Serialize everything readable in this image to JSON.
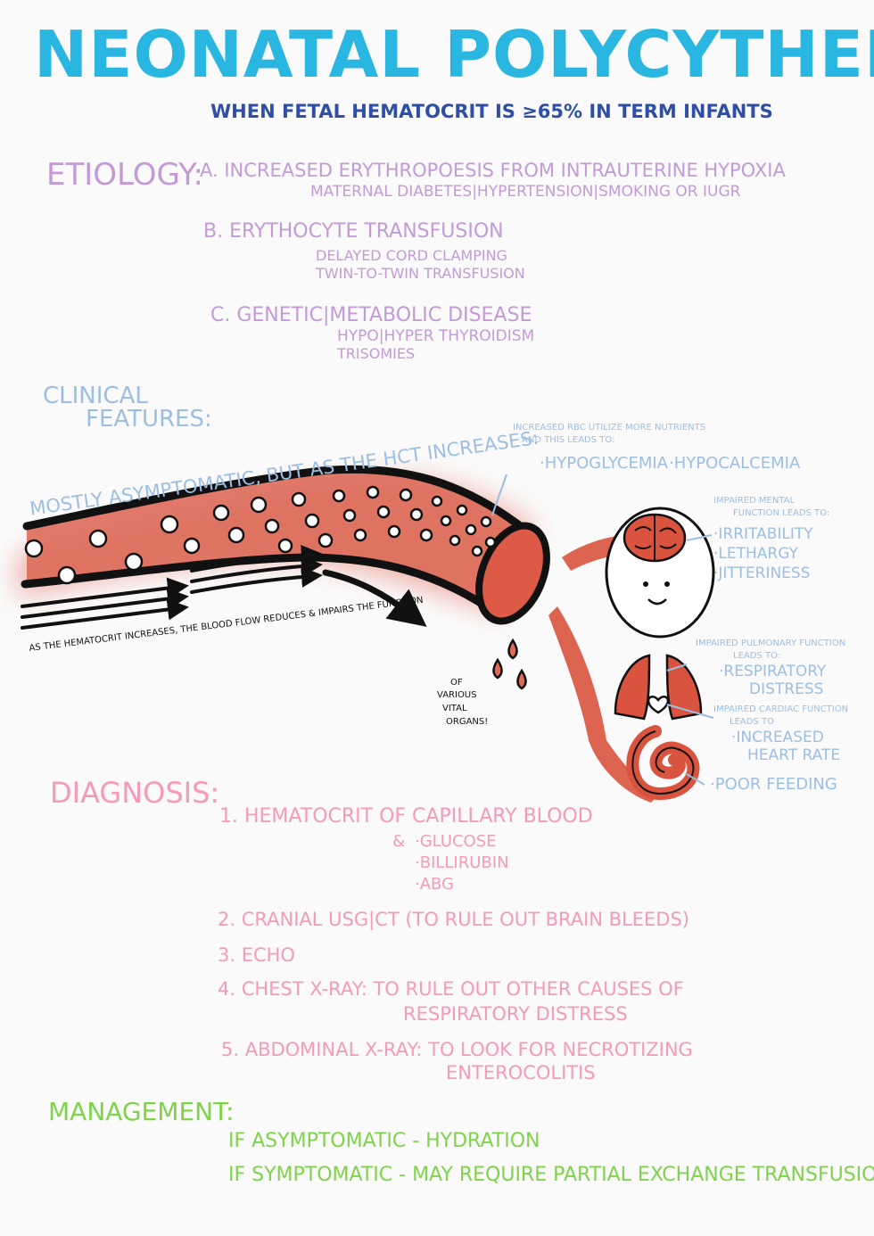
{
  "colors": {
    "title": "#29b6e0",
    "subtitle": "#2f4fa6",
    "etiology": "#c49ad6",
    "clinical": "#9bbfe3",
    "diagnosis": "#f59ab7",
    "management": "#7ed34a",
    "blood": "#d9533e"
  },
  "title": "NEONATAL POLYCYTHEMIA",
  "subtitle": "WHEN FETAL HEMATOCRIT IS ≥65% IN TERM INFANTS",
  "etiology": {
    "heading": "ETIOLOGY:",
    "a_title": "A. INCREASED ERYTHROPOESIS FROM INTRAUTERINE HYPOXIA",
    "a_sub": "MATERNAL DIABETES|HYPERTENSION|SMOKING OR IUGR",
    "b_title": "B. ERYTHOCYTE TRANSFUSION",
    "b_sub1": "DELAYED CORD CLAMPING",
    "b_sub2": "TWIN-TO-TWIN TRANSFUSION",
    "c_title": "C. GENETIC|METABOLIC DISEASE",
    "c_sub1": "HYPO|HYPER THYROIDISM",
    "c_sub2": "TRISOMIES"
  },
  "clinical": {
    "heading1": "CLINICAL",
    "heading2": "FEATURES:",
    "asym": "MOSTLY ASYMPTOMATIC, BUT AS THE HCT INCREASES:",
    "rbc_note1": "INCREASED RBC UTILIZE MORE NUTRIENTS",
    "rbc_note2": "AND THIS LEADS TO:",
    "hypoglycemia": "·HYPOGLYCEMIA",
    "hypocalcemia": "·HYPOCALCEMIA",
    "mental_note1": "IMPAIRED MENTAL",
    "mental_note2": "FUNCTION LEADS TO:",
    "irritability": "·IRRITABILITY",
    "lethargy": "·LETHARGY",
    "jitteriness": "·JITTERINESS",
    "pulm_note1": "IMPAIRED PULMONARY FUNCTION",
    "pulm_note2": "LEADS TO:",
    "resp1": "·RESPIRATORY",
    "resp2": "DISTRESS",
    "card_note1": "IMPAIRED CARDIAC FUNCTION",
    "card_note2": "LEADS TO",
    "hr1": "·INCREASED",
    "hr2": "HEART RATE",
    "poor_feeding": "·POOR FEEDING",
    "flow_caption": "AS THE HEMATOCRIT INCREASES, THE BLOOD FLOW REDUCES & IMPAIRS THE FUNCTION",
    "flow_end1": "OF",
    "flow_end2": "VARIOUS",
    "flow_end3": "VITAL",
    "flow_end4": "ORGANS!"
  },
  "diagnosis": {
    "heading": "DIAGNOSIS:",
    "d1": "1. HEMATOCRIT OF CAPILLARY BLOOD",
    "d1_amp": "&",
    "d1_a": "·GLUCOSE",
    "d1_b": "·BILLIRUBIN",
    "d1_c": "·ABG",
    "d2": "2. CRANIAL USG|CT (TO RULE OUT BRAIN BLEEDS)",
    "d3": "3. ECHO",
    "d4": "4. CHEST X-RAY: TO RULE OUT OTHER CAUSES OF",
    "d4b": "RESPIRATORY DISTRESS",
    "d5": "5. ABDOMINAL X-RAY: TO LOOK FOR NECROTIZING",
    "d5b": "ENTEROCOLITIS"
  },
  "management": {
    "heading": "MANAGEMENT:",
    "m1": "IF ASYMPTOMATIC - HYDRATION",
    "m2": "IF SYMPTOMATIC - MAY REQUIRE PARTIAL EXCHANGE TRANSFUSION"
  }
}
